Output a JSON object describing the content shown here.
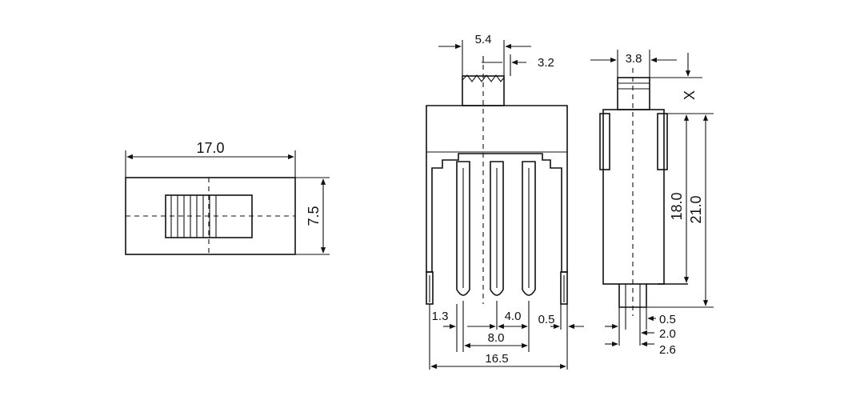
{
  "colors": {
    "ink": "#111111",
    "background": "#ffffff"
  },
  "top_view": {
    "width_label": "17.0",
    "height_label": "7.5"
  },
  "front_view": {
    "actuator_width_label": "5.4",
    "actuator_offset_label": "3.2",
    "pin_edge_label": "1.3",
    "pin_pitch_label": "4.0",
    "pin_width_label": "0.5",
    "pin_span_label": "8.0",
    "overall_width_label": "16.5"
  },
  "side_view": {
    "actuator_width_label": "3.8",
    "actuator_travel_label": "X",
    "body_height_label": "18.0",
    "overall_height_label": "21.0",
    "pin_thickness_label": "0.5",
    "pin_gap_label": "2.0",
    "pin_outer_label": "2.6"
  }
}
